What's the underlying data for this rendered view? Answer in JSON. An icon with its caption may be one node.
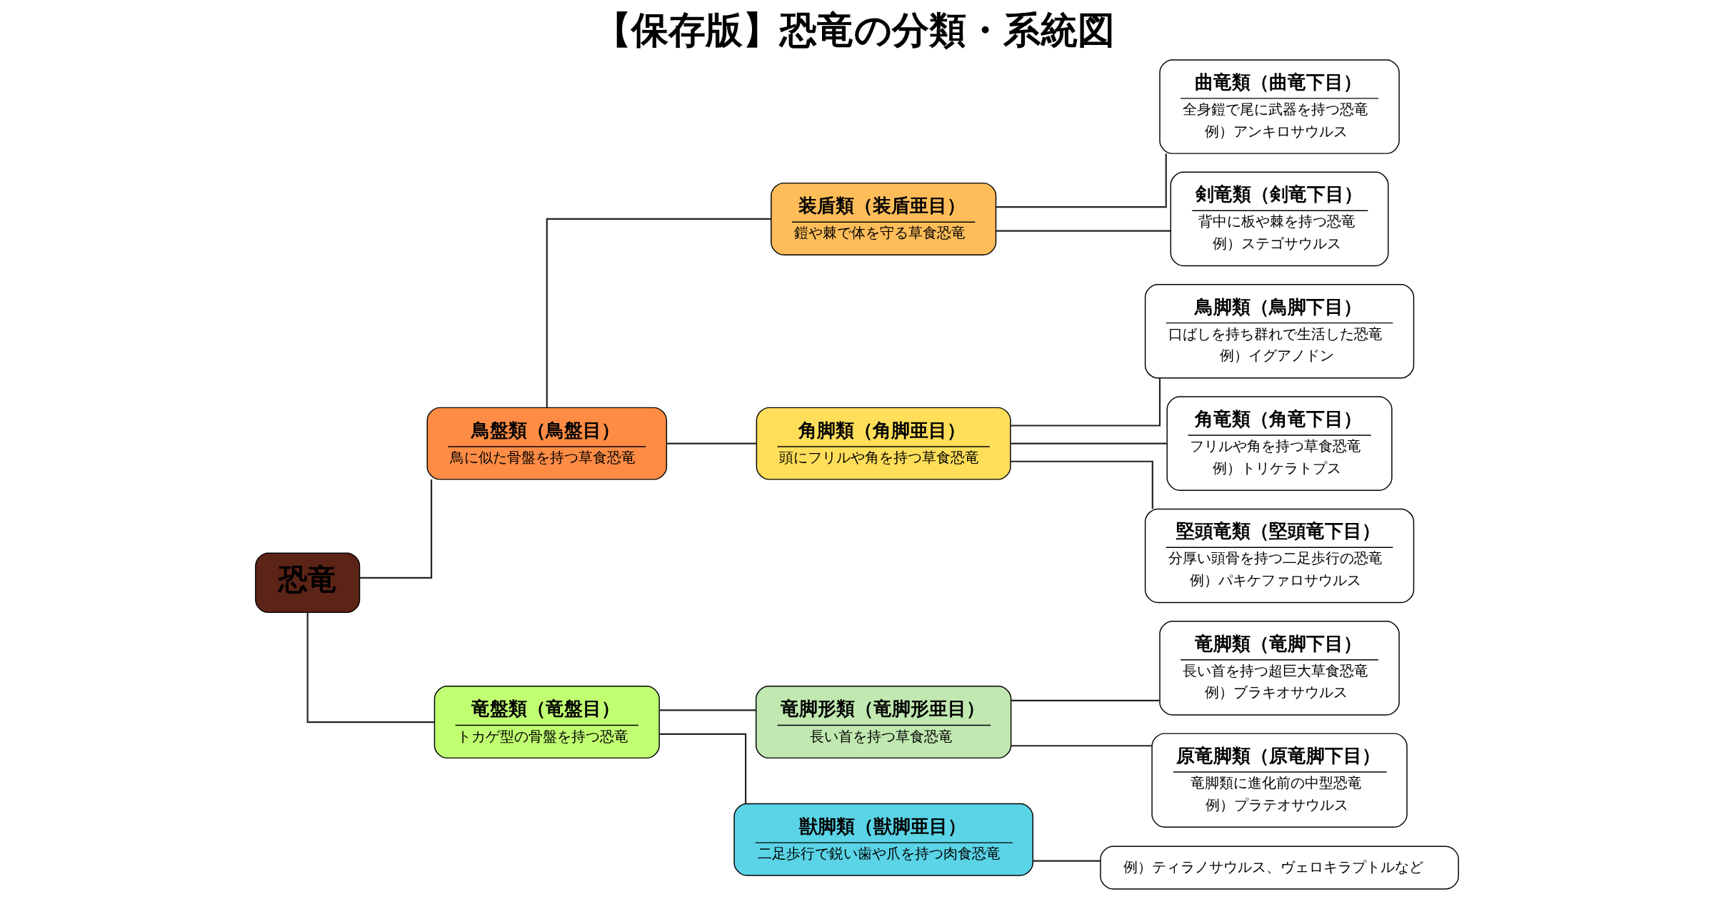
{
  "diagram": {
    "title": "【保存版】恐竜の分類・系統図",
    "nodes": [
      {
        "text": [
          "恐竜"
        ]
      },
      {
        "text": [
          "鳥盤類（鳥盤目）",
          "鳥に似た骨盤を持つ草食恐竜"
        ]
      },
      {
        "text": [
          "装盾類（装盾亜目）",
          "鎧や棘で体を守る草食恐竜"
        ]
      },
      {
        "text": [
          "曲竜類（曲竜下目）",
          "全身鎧で尾に武器を持つ恐竜",
          "例）アンキロサウルス"
        ]
      },
      {
        "text": [
          "剣竜類（剣竜下目）",
          "背中に板や棘を持つ恐竜",
          "例）ステゴサウルス"
        ]
      },
      {
        "text": [
          "角脚類（角脚亜目）",
          "頭にフリルや角を持つ草食恐竜"
        ]
      },
      {
        "text": [
          "鳥脚類（鳥脚下目）",
          "口ばしを持ち群れで生活した恐竜",
          "例）イグアノドン"
        ]
      },
      {
        "text": [
          "角竜類（角竜下目）",
          "フリルや角を持つ草食恐竜",
          "例）トリケラトプス"
        ]
      },
      {
        "text": [
          "堅頭竜類（堅頭竜下目）",
          "分厚い頭骨を持つ二足歩行の恐竜",
          "例）パキケファロサウルス"
        ]
      },
      {
        "text": [
          "竜盤類（竜盤目）",
          "トカゲ型の骨盤を持つ恐竜"
        ]
      },
      {
        "text": [
          "竜脚形類（竜脚形亜目）",
          "長い首を持つ草食恐竜"
        ]
      },
      {
        "text": [
          "竜脚類（竜脚下目）",
          "長い首を持つ超巨大草食恐竜",
          "例）ブラキオサウルス"
        ]
      },
      {
        "text": [
          "原竜脚類（原竜脚下目）",
          "竜脚類に進化前の中型恐竜",
          "例）プラテオサウルス"
        ]
      },
      {
        "text": [
          "獣脚類（獣脚亜目）",
          "二足歩行で鋭い歯や爪を持つ肉食恐竜"
        ]
      },
      {
        "text": [
          "例）ティラノサウルス、ヴェロキラプトルなど"
        ]
      }
    ],
    "edges": [
      {
        "from": 0,
        "to": 1,
        "arrow": "none"
      },
      {
        "from": 0,
        "to": 9,
        "arrow": "none"
      },
      {
        "from": 1,
        "to": 2,
        "arrow": "none"
      },
      {
        "from": 1,
        "to": 5,
        "arrow": "none"
      },
      {
        "from": 2,
        "to": 3,
        "arrow": "none"
      },
      {
        "from": 2,
        "to": 4,
        "arrow": "none"
      },
      {
        "from": 5,
        "to": 6,
        "arrow": "none"
      },
      {
        "from": 5,
        "to": 7,
        "arrow": "none"
      },
      {
        "from": 5,
        "to": 8,
        "arrow": "none"
      },
      {
        "from": 9,
        "to": 10,
        "arrow": "none"
      },
      {
        "from": 9,
        "to": 13,
        "arrow": "none"
      },
      {
        "from": 10,
        "to": 11,
        "arrow": "none"
      },
      {
        "from": 10,
        "to": 12,
        "arrow": "none"
      },
      {
        "from": 13,
        "to": 14,
        "arrow": "none"
      }
    ]
  }
}
